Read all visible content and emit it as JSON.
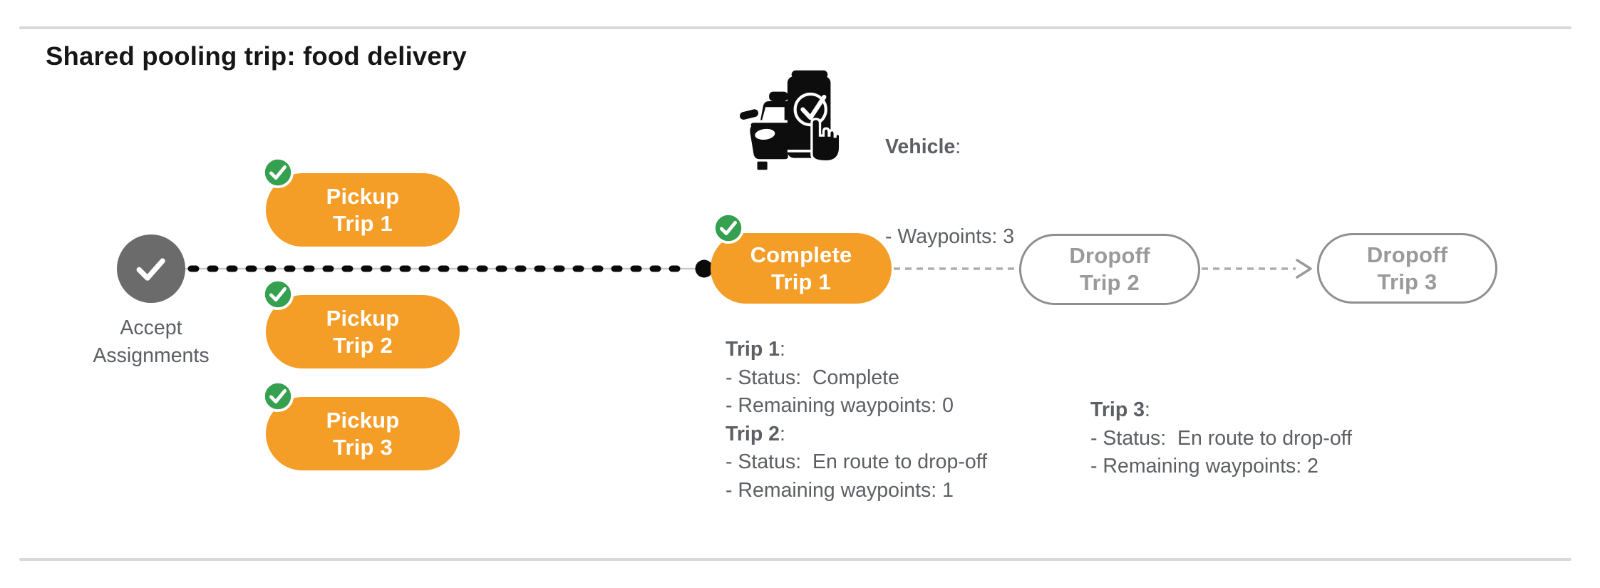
{
  "title": "Shared pooling trip: food delivery",
  "punct": {
    "colon": ":"
  },
  "vehicle": {
    "label": "Vehicle",
    "waypoints_line": "- Waypoints: 3"
  },
  "flow": {
    "start": {
      "line1": "Accept",
      "line2": "Assignments"
    },
    "pickups": [
      {
        "line1": "Pickup",
        "line2": "Trip 1"
      },
      {
        "line1": "Pickup",
        "line2": "Trip 2"
      },
      {
        "line1": "Pickup",
        "line2": "Trip 3"
      }
    ],
    "complete": {
      "line1": "Complete",
      "line2": "Trip 1"
    },
    "dropoffs": [
      {
        "line1": "Dropoff",
        "line2": "Trip 2"
      },
      {
        "line1": "Dropoff",
        "line2": "Trip 3"
      }
    ]
  },
  "status": {
    "left": {
      "trip1_label": "Trip 1",
      "trip1_lines": [
        "- Status:  Complete",
        "- Remaining waypoints: 0"
      ],
      "trip2_label": "Trip 2",
      "trip2_lines": [
        "- Status:  En route to drop-off",
        "- Remaining waypoints: 1"
      ]
    },
    "right": {
      "trip3_label": "Trip 3",
      "trip3_lines": [
        "- Status:  En route to drop-off",
        "- Remaining waypoints: 2"
      ]
    }
  },
  "colors": {
    "orange": "#F49D27",
    "green": "#35A04F",
    "node_gray": "#6B6B6B",
    "text_gray": "#5C5F63",
    "ghost_gray": "#9A9A9A",
    "line_black": "#0A0A0A"
  }
}
